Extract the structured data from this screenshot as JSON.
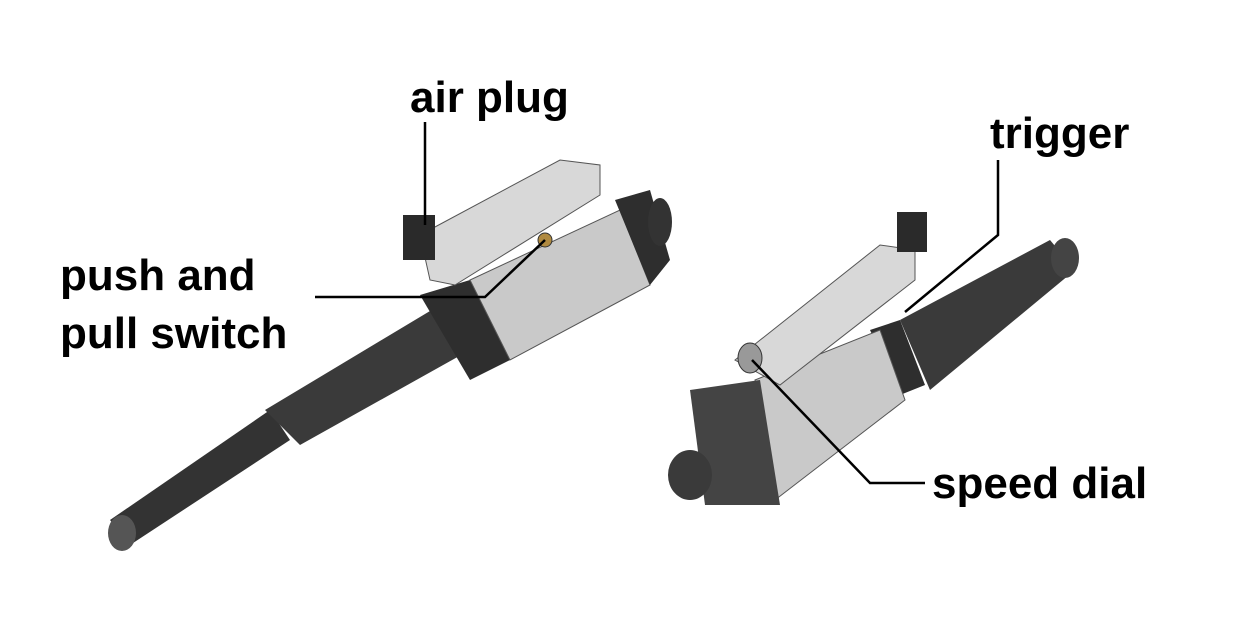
{
  "labels": {
    "air_plug": "air plug",
    "push_pull_line1": "push and",
    "push_pull_line2": "pull switch",
    "trigger": "trigger",
    "speed_dial": "speed dial"
  },
  "colors": {
    "body_dark": "#3a3a3a",
    "body_metal": "#c8c8c8",
    "line": "#000000"
  }
}
